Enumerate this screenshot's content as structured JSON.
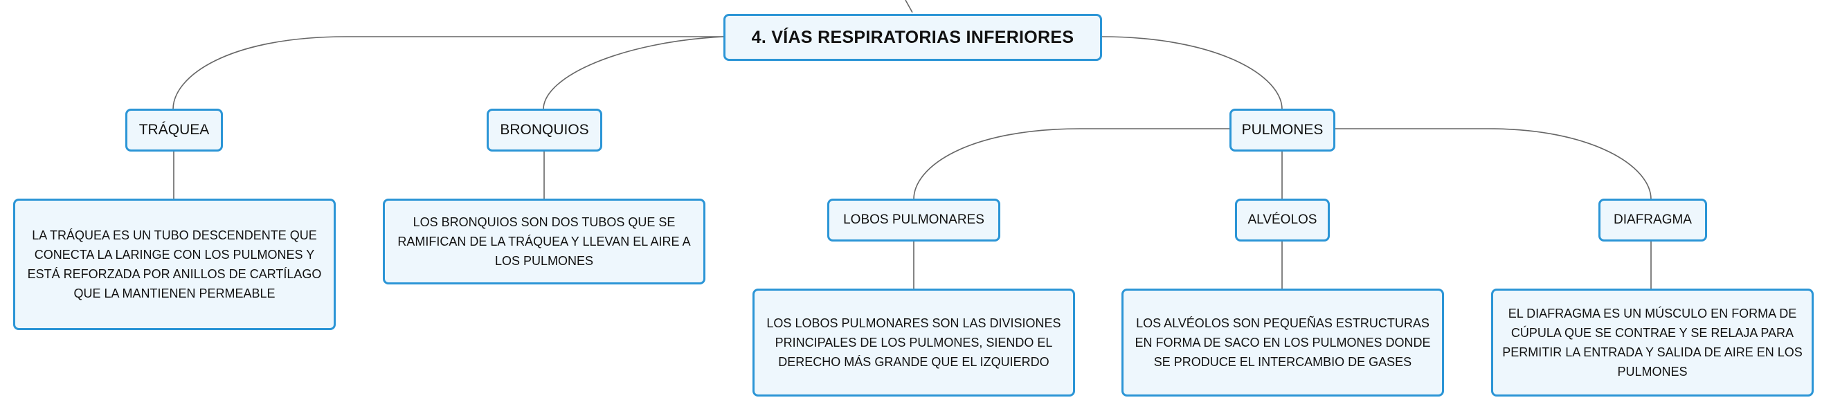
{
  "colors": {
    "accent": "#2b95d6",
    "node_fill": "#eef7fd",
    "link": "#666666"
  },
  "root": {
    "label": "4. VÍAS RESPIRATORIAS INFERIORES"
  },
  "branches": {
    "traquea": {
      "label": "TRÁQUEA",
      "description": "LA TRÁQUEA ES UN TUBO DESCENDENTE QUE CONECTA LA LARINGE CON LOS PULMONES Y ESTÁ REFORZADA POR ANILLOS DE CARTÍLAGO QUE LA MANTIENEN PERMEABLE"
    },
    "bronquios": {
      "label": "BRONQUIOS",
      "description": "LOS BRONQUIOS SON DOS TUBOS QUE SE RAMIFICAN DE LA TRÁQUEA Y LLEVAN EL AIRE A LOS PULMONES"
    },
    "pulmones": {
      "label": "PULMONES",
      "children": {
        "lobos": {
          "label": "LOBOS PULMONARES",
          "description": "LOS LOBOS PULMONARES SON LAS DIVISIONES PRINCIPALES DE LOS PULMONES, SIENDO EL DERECHO MÁS GRANDE QUE EL IZQUIERDO"
        },
        "alveolos": {
          "label": "ALVÉOLOS",
          "description": "LOS ALVÉOLOS SON PEQUEÑAS ESTRUCTURAS EN FORMA DE SACO EN LOS PULMONES DONDE SE PRODUCE EL INTERCAMBIO DE GASES"
        },
        "diafragma": {
          "label": "DIAFRAGMA",
          "description": "EL DIAFRAGMA ES UN MÚSCULO EN FORMA DE CÚPULA QUE SE CONTRAE Y SE RELAJA PARA PERMITIR LA ENTRADA Y SALIDA DE AIRE EN LOS PULMONES"
        }
      }
    }
  }
}
